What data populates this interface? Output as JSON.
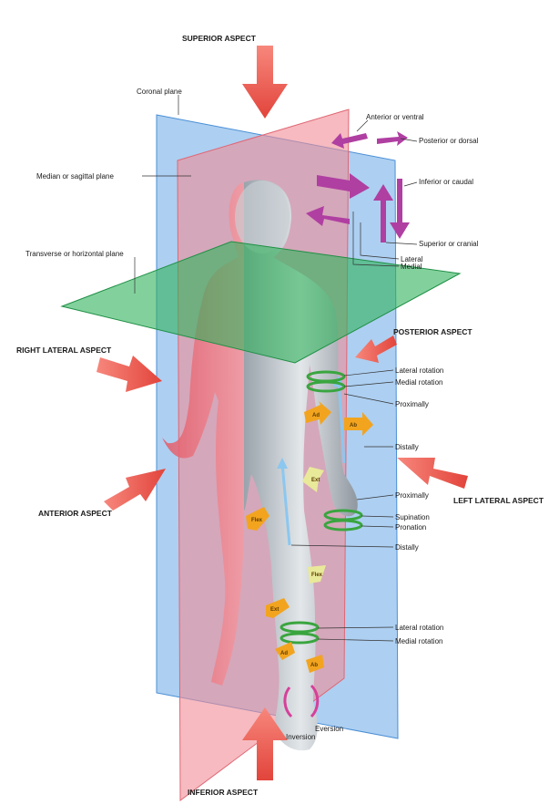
{
  "aspects": {
    "superior": "SUPERIOR ASPECT",
    "inferior": "INFERIOR ASPECT",
    "right_lateral": "RIGHT LATERAL ASPECT",
    "left_lateral": "LEFT LATERAL ASPECT",
    "anterior": "ANTERIOR ASPECT",
    "posterior": "POSTERIOR ASPECT"
  },
  "planes": {
    "coronal": "Coronal plane",
    "median": "Median or sagittal plane",
    "transverse": "Transverse or horizontal plane"
  },
  "directions": {
    "anterior": "Anterior or ventral",
    "posterior": "Posterior or dorsal",
    "inferior": "Inferior or caudal",
    "superior": "Superior or cranial",
    "lateral": "Lateral",
    "medial": "Medial"
  },
  "movements": {
    "lateral_rotation_arm": "Lateral rotation",
    "medial_rotation_arm": "Medial rotation",
    "proximally_arm": "Proximally",
    "distally_arm": "Distally",
    "proximally_forearm": "Proximally",
    "supination": "Supination",
    "pronation": "Pronation",
    "distally_leg": "Distally",
    "lateral_rotation_leg": "Lateral rotation",
    "medial_rotation_leg": "Medial rotation",
    "eversion": "Eversion",
    "inversion": "Inversion"
  },
  "arrow_tags": {
    "ad": "Ad",
    "ab": "Ab",
    "ext_hip": "Ext",
    "flex_hip": "Flex",
    "flex_knee": "Flex",
    "ext_knee": "Ext",
    "ad_leg": "Ad",
    "ab_leg": "Ab"
  },
  "colors": {
    "coronal_plane": "#6aa8e6",
    "sagittal_plane": "#f08c96",
    "transverse_plane": "#2fb35a",
    "aspect_arrow": "#ef5a4f",
    "direction_arrow": "#b03fa2",
    "rotation_arrow": "#3aa53f",
    "movement_arrow": "#f2a41f",
    "axis_arrow": "#8cc7ef"
  }
}
